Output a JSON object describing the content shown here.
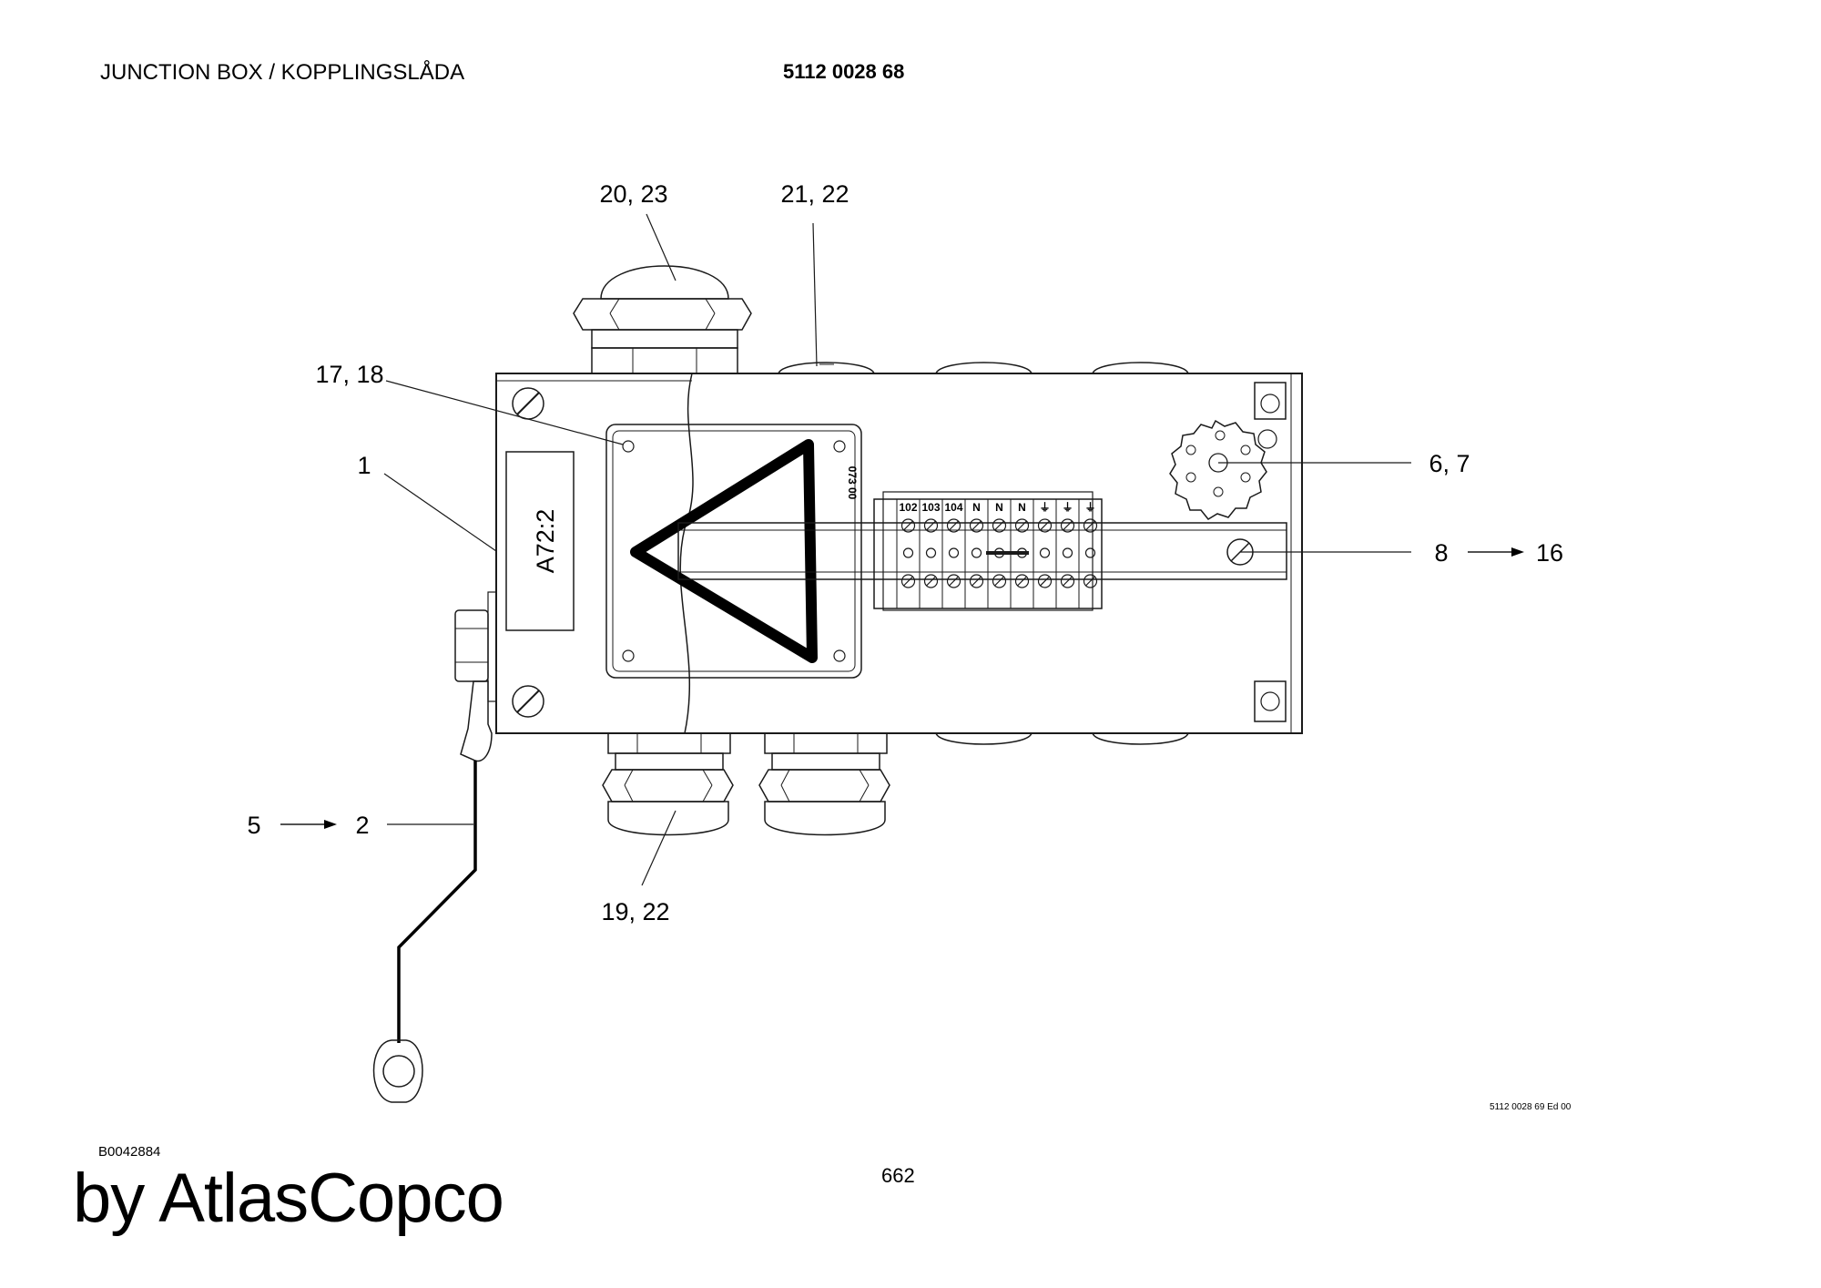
{
  "header": {
    "title": "JUNCTION BOX / KOPPLINGSLÅDA",
    "part_number": "5112 0028 68"
  },
  "diagram": {
    "box_label": "A72:2",
    "cover_text": "073 00",
    "terminals": [
      "102",
      "103",
      "104",
      "N",
      "N",
      "N",
      "⏚",
      "⏚",
      "⏚"
    ],
    "callouts": {
      "c20_23": "20, 23",
      "c21_22": "21, 22",
      "c17_18": "17, 18",
      "c1": "1",
      "c6_7": "6, 7",
      "c8": "8",
      "c16": "16",
      "c5": "5",
      "c2": "2",
      "c19_22": "19, 22"
    }
  },
  "footer": {
    "drawing_ref": "5112 0028 69 Ed 00",
    "drawing_code": "B0042884",
    "page_number": "662",
    "brand": "by AtlasCopco"
  }
}
